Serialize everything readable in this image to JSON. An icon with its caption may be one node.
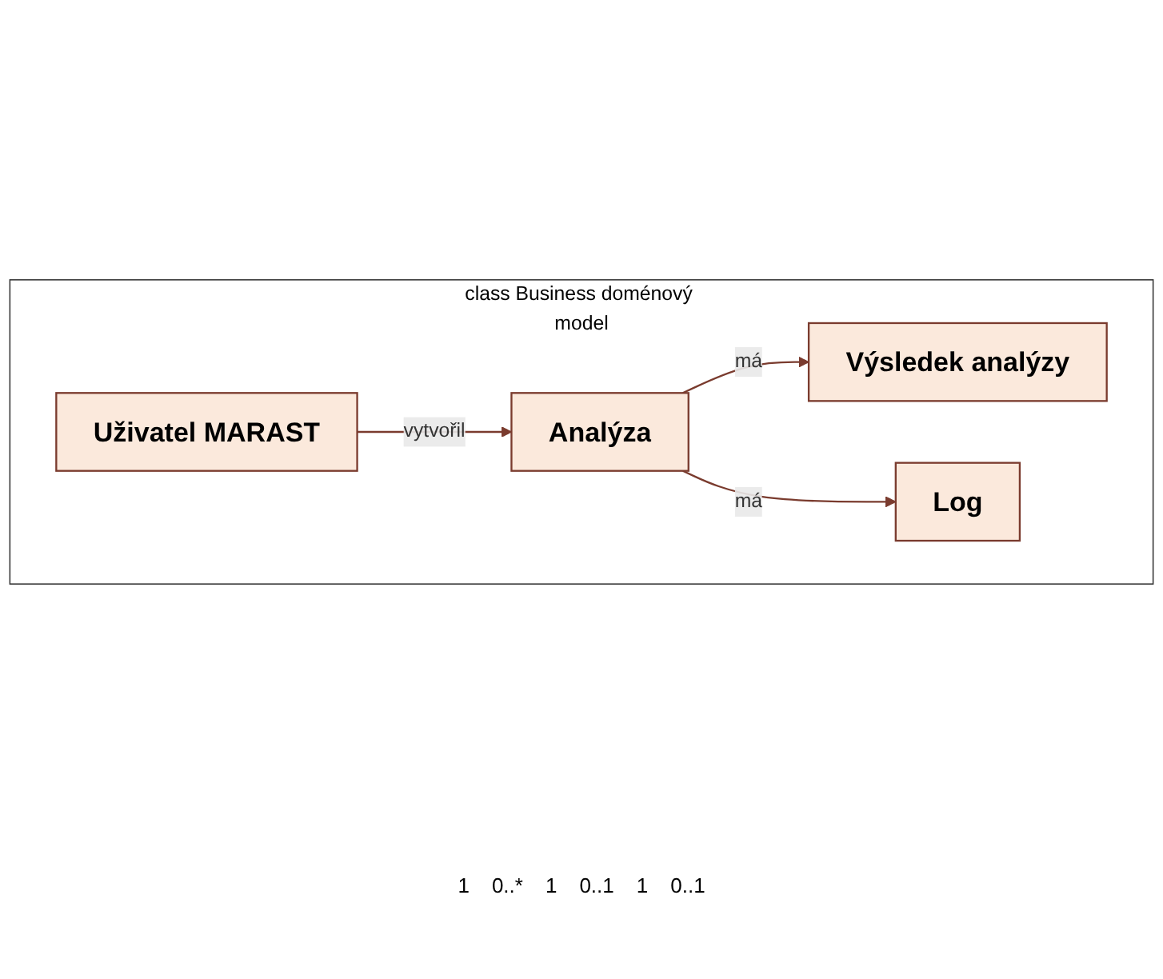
{
  "diagram": {
    "nodes": [
      {
        "text": [
          "class Business doménový model"
        ]
      },
      {
        "text": [
          "Uživatel MARAST"
        ],
        "in": 0
      },
      {
        "text": [
          "Analýza"
        ],
        "in": 0
      },
      {
        "text": [
          "Výsledek analýzy"
        ],
        "in": 0
      },
      {
        "text": [
          "Log"
        ],
        "in": 0
      }
    ],
    "edges": [
      {
        "from": 1,
        "to": 2,
        "arrow": "to",
        "label": "vytvořil"
      },
      {
        "from": 2,
        "to": 3,
        "arrow": "to",
        "label": "má"
      },
      {
        "from": 2,
        "to": 4,
        "arrow": "to",
        "label": "má"
      }
    ],
    "labels": [
      "1",
      "0..*",
      "1",
      "0..1",
      "1",
      "0..1"
    ]
  }
}
